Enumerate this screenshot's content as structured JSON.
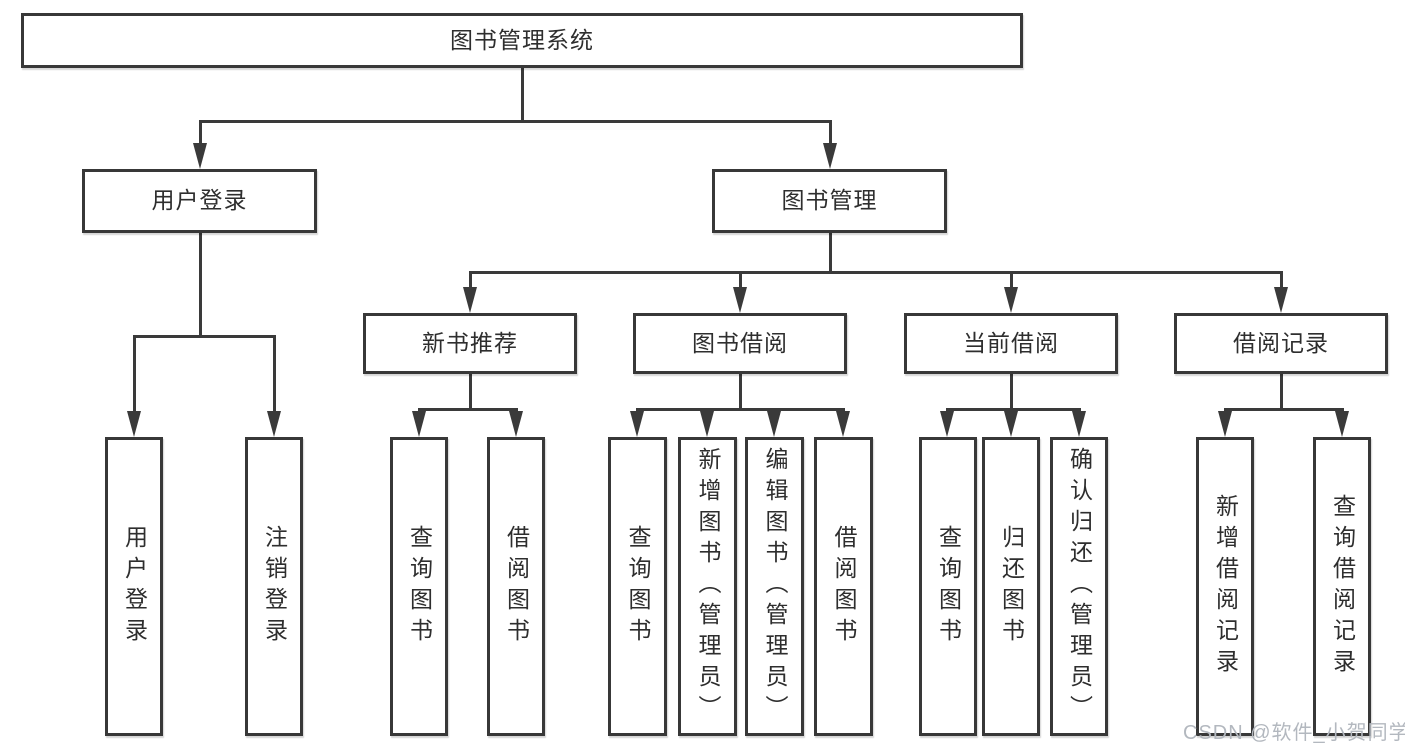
{
  "colors": {
    "line": "#3a3a3a",
    "box_border": "#383838",
    "text": "#2e2e2e",
    "watermark": "#b3b8bf",
    "background": "#ffffff"
  },
  "watermark": {
    "text": "CSDN @软件_小贺同学"
  },
  "tree": {
    "label": "图书管理系统",
    "children": [
      {
        "label": "用户登录",
        "children": [
          {
            "label": "用户登录"
          },
          {
            "label": "注销登录"
          }
        ]
      },
      {
        "label": "图书管理",
        "children": [
          {
            "label": "新书推荐",
            "children": [
              {
                "label": "查询图书"
              },
              {
                "label": "借阅图书"
              }
            ]
          },
          {
            "label": "图书借阅",
            "children": [
              {
                "label": "查询图书"
              },
              {
                "label": "新增图书（管理员）"
              },
              {
                "label": "编辑图书（管理员）"
              },
              {
                "label": "借阅图书"
              }
            ]
          },
          {
            "label": "当前借阅",
            "children": [
              {
                "label": "查询图书"
              },
              {
                "label": "归还图书"
              },
              {
                "label": "确认归还（管理员）"
              }
            ]
          },
          {
            "label": "借阅记录",
            "children": [
              {
                "label": "新增借阅记录"
              },
              {
                "label": "查询借阅记录"
              }
            ]
          }
        ]
      }
    ]
  }
}
